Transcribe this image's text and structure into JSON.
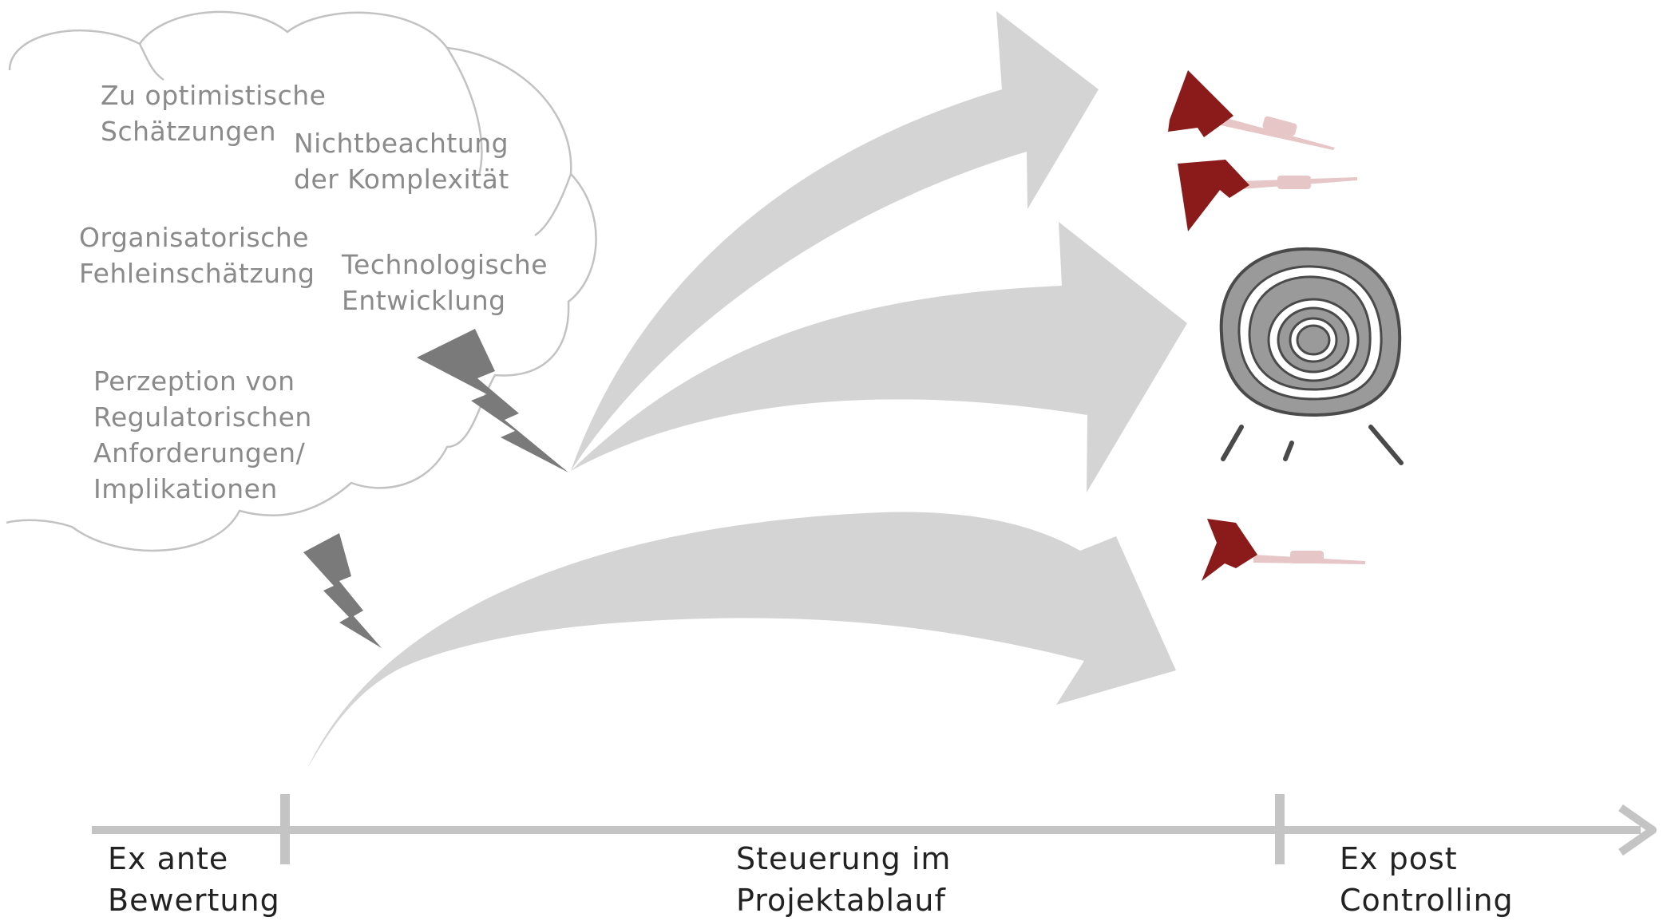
{
  "risk_factors": [
    {
      "line1": "Zu optimistische",
      "line2": "Schätzungen"
    },
    {
      "line1": "Nichtbeachtung",
      "line2": "der Komplexität"
    },
    {
      "line1": "Organisatorische",
      "line2": "Fehleinschätzung"
    },
    {
      "line1": "Technologische",
      "line2": "Entwicklung"
    },
    {
      "line1": "Perzeption von",
      "line2": "Regulatorischen",
      "line3": "Anforderungen/",
      "line4": "Implikationen"
    }
  ],
  "phases": [
    {
      "line1": "Ex ante",
      "line2": "Bewertung"
    },
    {
      "line1": "Steuerung im",
      "line2": "Projektablauf"
    },
    {
      "line1": "Ex post",
      "line2": "Controlling"
    }
  ],
  "colors": {
    "arrow": "#d4d4d4",
    "timeline": "#c4c4c4",
    "cloud_outline": "#c2c2c2",
    "lightning": "#7a7a7a",
    "dart_feather": "#8b1a1a",
    "dart_shaft": "#e6c6c6",
    "target_ring": "#8e8e8e"
  },
  "icons": [
    "cloud-icon",
    "lightning-bolt-icon",
    "dart-icon",
    "target-icon",
    "timeline-arrow-icon"
  ]
}
